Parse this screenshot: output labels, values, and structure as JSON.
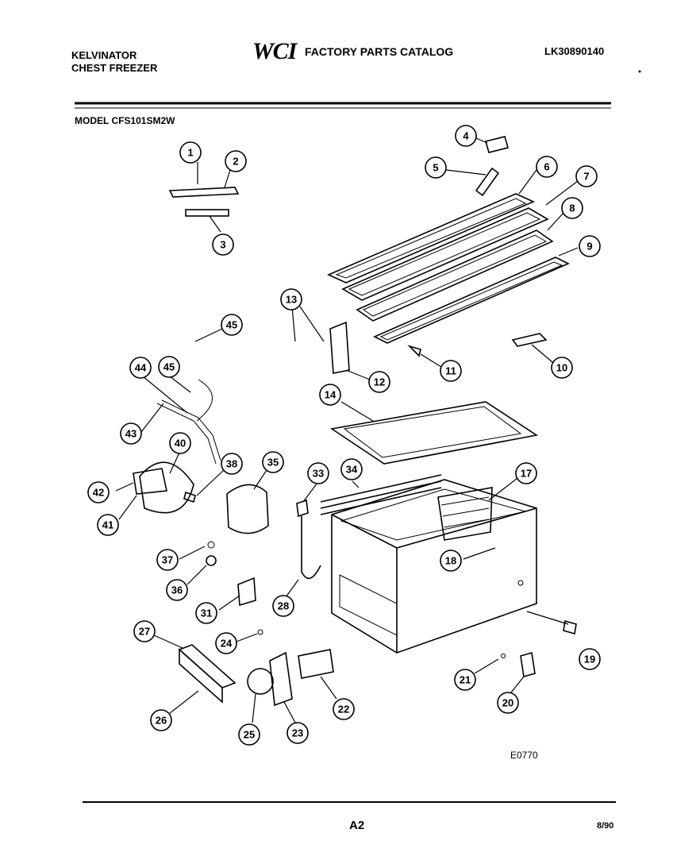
{
  "header": {
    "brand": "KELVINATOR",
    "product": "CHEST FREEZER",
    "logo_text": "WCI",
    "catalog_title": "FACTORY PARTS CATALOG",
    "catalog_number": "LK30890140",
    "model": "MODEL CFS101SM2W"
  },
  "diagram": {
    "code": "E0770",
    "callouts": [
      "1",
      "2",
      "3",
      "4",
      "5",
      "6",
      "7",
      "8",
      "9",
      "10",
      "11",
      "12",
      "13",
      "14",
      "17",
      "18",
      "19",
      "20",
      "21",
      "22",
      "23",
      "24",
      "25",
      "26",
      "27",
      "28",
      "31",
      "33",
      "34",
      "35",
      "36",
      "37",
      "38",
      "40",
      "41",
      "42",
      "43",
      "44",
      "45",
      "45"
    ]
  },
  "footer": {
    "page": "A2",
    "date": "8/90"
  }
}
